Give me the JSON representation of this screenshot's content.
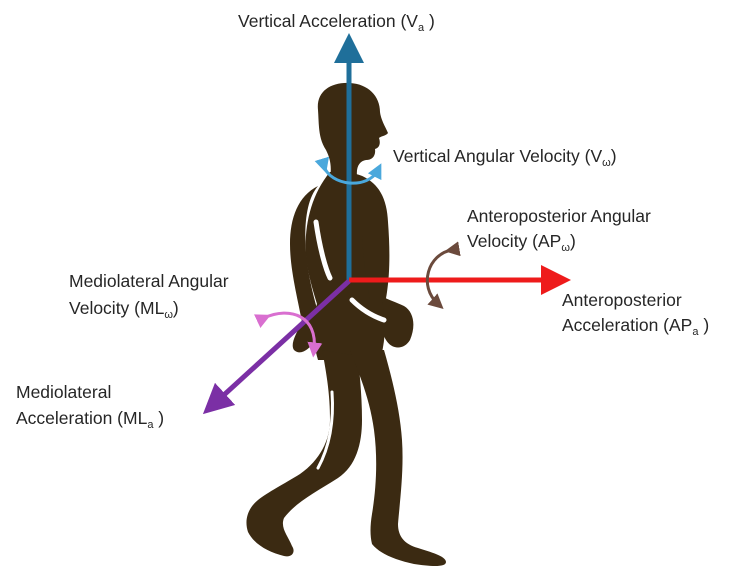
{
  "colors": {
    "figure": "#3b2a12",
    "vertical_axis": "#1f6f9a",
    "vertical_rotation": "#4aa8dc",
    "ap_axis": "#ee1b1b",
    "ap_rotation": "#6b4a3c",
    "ml_axis": "#7b2fa5",
    "ml_rotation": "#d96fd0"
  },
  "labels": {
    "vertical_accel": {
      "text": "Vertical Acceleration (V",
      "sub": "a",
      "close": " )"
    },
    "vertical_angular": {
      "text": "Vertical Angular Velocity (V",
      "sub": "ω",
      "close": ")"
    },
    "ap_angular_line1": "Anteroposterior Angular",
    "ap_angular_line2": {
      "text": "Velocity (AP",
      "sub": "ω",
      "close": ")"
    },
    "ap_accel_line1": "Anteroposterior",
    "ap_accel_line2": {
      "text": "Acceleration (AP",
      "sub": "a",
      "close": " )"
    },
    "ml_angular_line1": "Mediolateral Angular",
    "ml_angular_line2": {
      "text": "Velocity (ML",
      "sub": "ω",
      "close": ")"
    },
    "ml_accel_line1": "Mediolateral",
    "ml_accel_line2": {
      "text": "Acceleration (ML",
      "sub": "a",
      "close": " )"
    }
  },
  "icons": {
    "figure": "walking-person-silhouette",
    "vertical_rotation": "curved-double-arrow",
    "ap_rotation": "curved-double-arrow",
    "ml_rotation": "curved-double-arrow"
  }
}
